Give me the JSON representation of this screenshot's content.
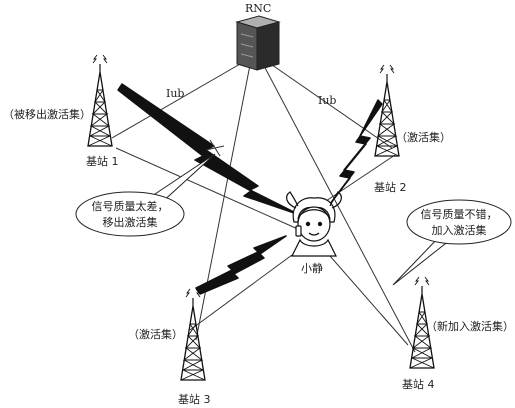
{
  "labels": {
    "rnc": "RNC",
    "iub_left": "Iub",
    "iub_right": "Iub",
    "bs1": "基站 1",
    "bs2": "基站 2",
    "bs3": "基站 3",
    "bs4": "基站 4",
    "bs1_state": "（被移出激活集）",
    "bs2_state": "（激活集）",
    "bs3_state": "（激活集）",
    "bs4_state": "（新加入激活集）",
    "user": "小静"
  },
  "callouts": {
    "bad_quality": [
      "信号质量太差，",
      "移出激活集"
    ],
    "good_quality": [
      "信号质量不错，",
      "加入激活集"
    ]
  }
}
